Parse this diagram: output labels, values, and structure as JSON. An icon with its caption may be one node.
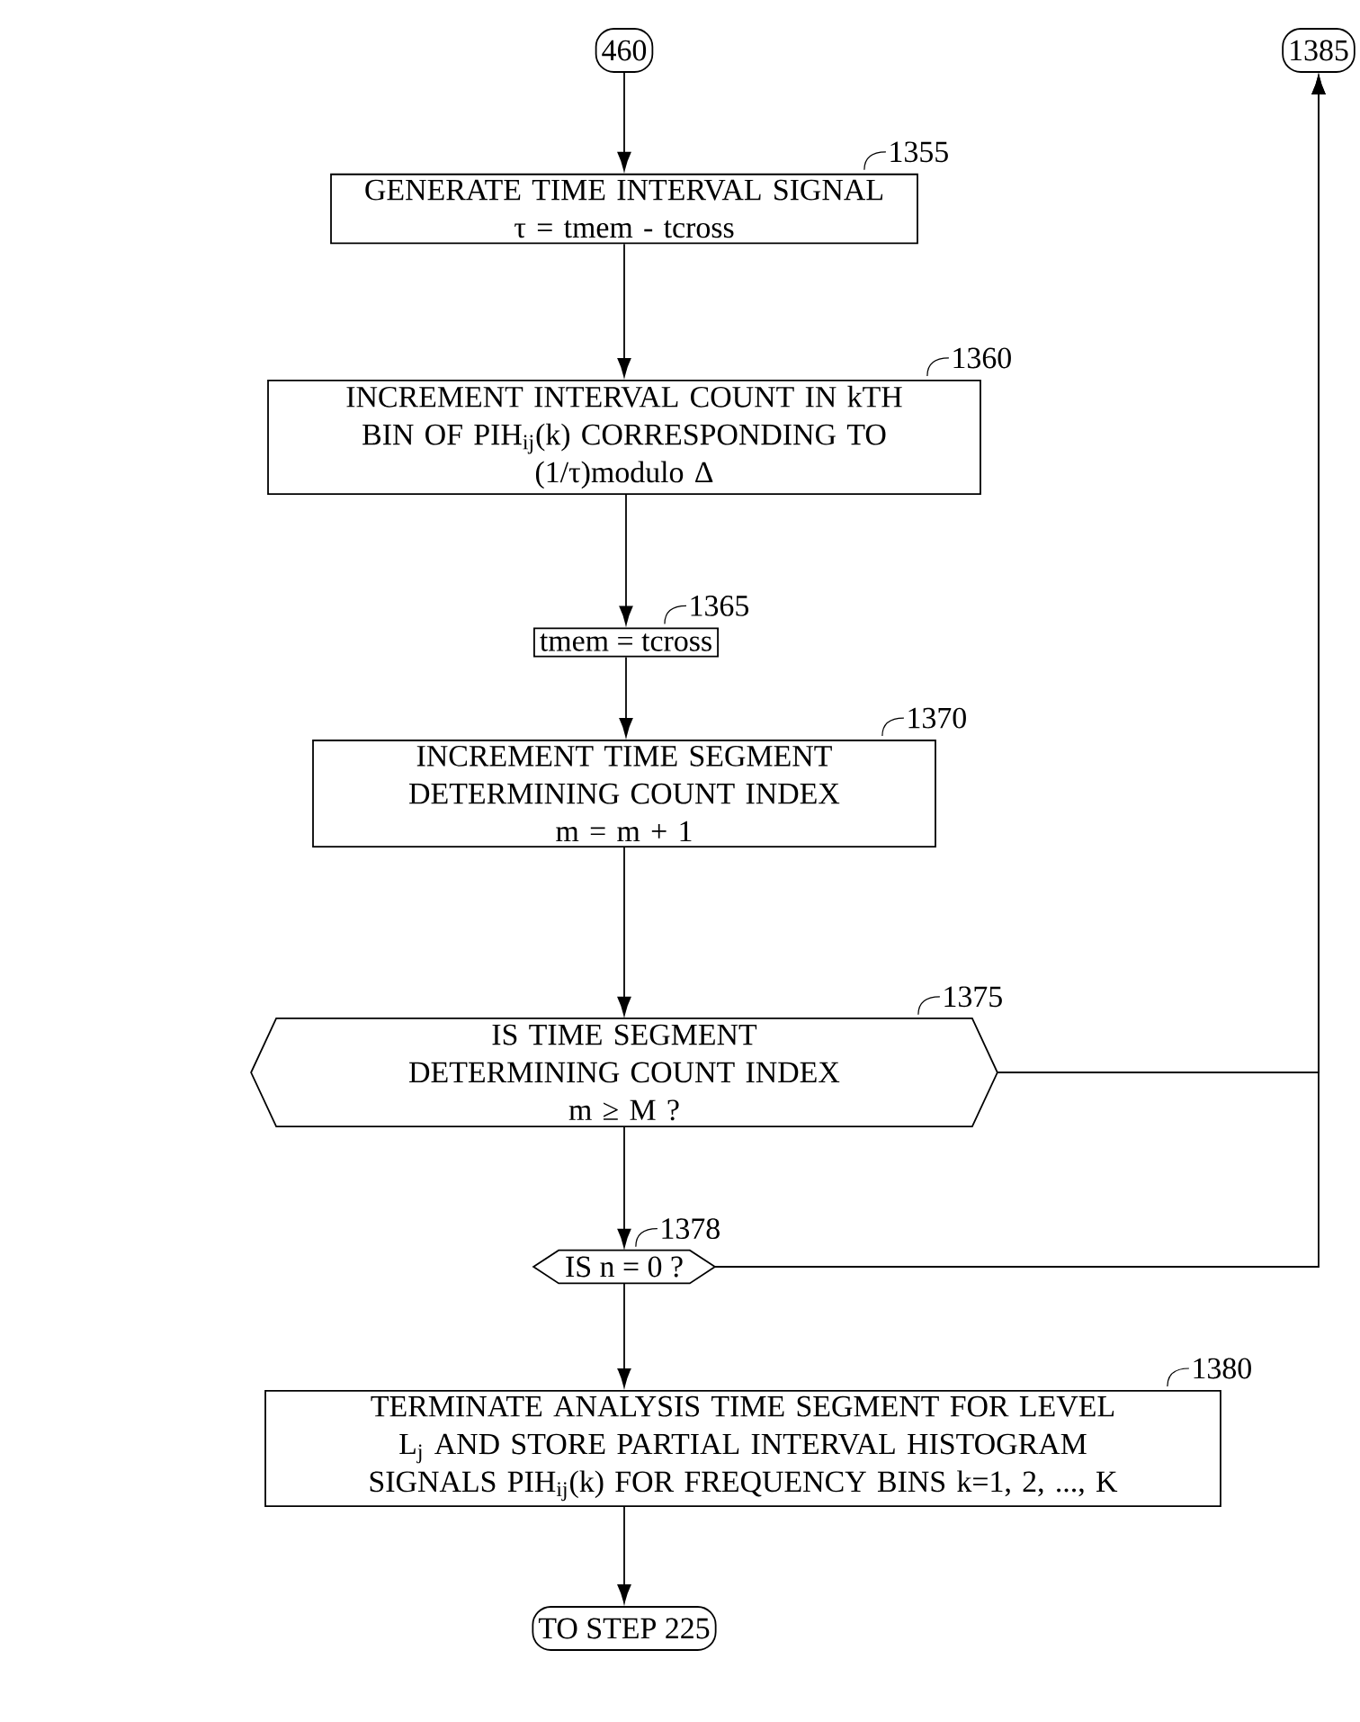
{
  "diagram": {
    "nodes": [
      {
        "text": [
          "460"
        ]
      },
      {
        "text": [
          "GENERATE TIME INTERVAL SIGNAL",
          "τ = tmem - tcross"
        ],
        "beside": [
          "1355"
        ]
      },
      {
        "text": [
          "INCREMENT INTERVAL COUNT IN kTH BIN OF PIH$_{ij}$(k) CORRESPONDING TO",
          "(1/τ)modulo Δ"
        ],
        "beside": [
          "1360"
        ]
      },
      {
        "text": [
          "tmem = tcross"
        ],
        "beside": [
          "1365"
        ]
      },
      {
        "text": [
          "INCREMENT TIME SEGMENT DETERMINING COUNT INDEX",
          "m = m + 1"
        ],
        "beside": [
          "1370"
        ]
      },
      {
        "text": [
          "IS TIME SEGMENT DETERMINING COUNT INDEX",
          "m ≥ M ?"
        ],
        "beside": [
          "1375"
        ]
      },
      {
        "text": [
          "IS n = 0 ?"
        ],
        "beside": [
          "1378"
        ]
      },
      {
        "text": [
          "TERMINATE ANALYSIS TIME SEGMENT FOR LEVEL L$_{j}$ AND STORE PARTIAL INTERVAL HISTOGRAM SIGNALS PIH$_{ij}$(k) FOR FREQUENCY BINS k=1, 2, ..., K"
        ],
        "beside": [
          "1380"
        ]
      },
      {
        "text": [
          "TO STEP 225"
        ]
      },
      {
        "text": [
          "1385"
        ]
      }
    ],
    "edges": [
      {
        "from": 0,
        "to": 1,
        "arrow": "to"
      },
      {
        "from": 1,
        "to": 2,
        "arrow": "to"
      },
      {
        "from": 2,
        "to": 3,
        "arrow": "to"
      },
      {
        "from": 3,
        "to": 4,
        "arrow": "to"
      },
      {
        "from": 4,
        "to": 5,
        "arrow": "to"
      },
      {
        "from": 5,
        "to": 6,
        "arrow": "to"
      },
      {
        "from": 6,
        "to": 7,
        "arrow": "to"
      },
      {
        "from": 7,
        "to": 8,
        "arrow": "to"
      },
      {
        "from": 5,
        "to": 9,
        "arrow": "to"
      },
      {
        "from": 6,
        "to": 9,
        "arrow": "to"
      }
    ]
  }
}
